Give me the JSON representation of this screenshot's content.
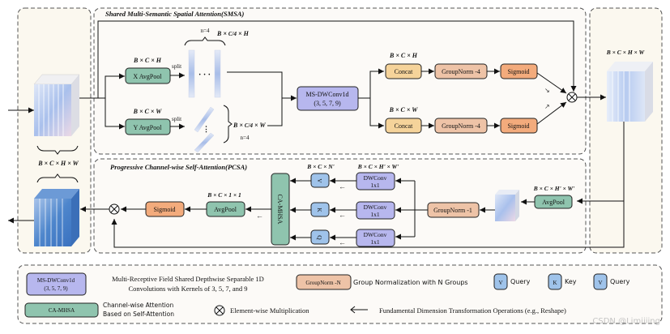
{
  "smsa": {
    "title": "Shared Multi-Semantic Spatial Attention(SMSA)",
    "x_avgpool": "X AvgPool",
    "y_avgpool": "Y AvgPool",
    "split_label": "split",
    "dim_bch": "B × C × H",
    "dim_bcw": "B × C × W",
    "n4": "n=4",
    "split_h_dim": "B × C/4 × H",
    "split_w_dim": "B × C/4 × W",
    "msdw_line1": "MS-DWConv1d",
    "msdw_line2": "(3, 5, 7, 9)",
    "concat": "Concat",
    "groupnorm4": "GroupNorm -4",
    "sigmoid": "Sigmoid",
    "dim_out_top": "B × C × H",
    "dim_out_bot": "B × C × W"
  },
  "pcsa": {
    "title": "Progressive Channel-wise Self-Attention(PCSA)",
    "dim_bcn": "B × C × N'",
    "dim_bchw_prime": "B × C × H' × W'",
    "dwconv_line1": "DWConv",
    "dwconv_line2": "1x1",
    "v": "V",
    "k": "K",
    "q": "Q",
    "camhsa": "CA-MHSA",
    "avgpool": "AvgPool",
    "dim_bc11": "B × C × 1 × 1",
    "sigmoid": "Sigmoid",
    "groupnorm1": "GroupNorm -1",
    "avgpool_in": "AvgPool",
    "dim_in": "B × C × H' × W'"
  },
  "left_panel": {
    "dim": "B × C × H × W"
  },
  "right_panel": {
    "dim": "B × C × H × W"
  },
  "legend": {
    "msdw_box_l1": "MS-DWConv1d",
    "msdw_box_l2": "(3, 5, 7, 9)",
    "msdw_desc_l1": "Multi-Receptive Field Shared Depthwise Separable 1D",
    "msdw_desc_l2": "Convolutions with Kernels of 3, 5, 7, and 9",
    "gn_box": "GroupNorm -N",
    "gn_desc": "Group Normalization with N Groups",
    "v_box": "V",
    "v_desc": "Query",
    "k_box": "K",
    "k_desc": "Key",
    "v2_box": "V",
    "v2_desc": "Query",
    "camhsa_box": "CA-MHSA",
    "camhsa_desc_l1": "Channel-wise Attention",
    "camhsa_desc_l2": "Based on Self-Attention",
    "mult_desc": "Element-wise Multiplication",
    "arrow_desc": "Fundamental Dimension Transformation Operations (e.g., Reshape)"
  },
  "watermark": "CSDN @Limiiiing",
  "colors": {
    "green": "#8fc4ae",
    "purple": "#b7b7ee",
    "concat": "#f5d39a",
    "groupnorm": "#eec3a7",
    "sigmoid": "#f3ab7c",
    "qkv": "#9fc3ea",
    "panel": "#fbf8ef",
    "section": "#fcfaf7"
  }
}
